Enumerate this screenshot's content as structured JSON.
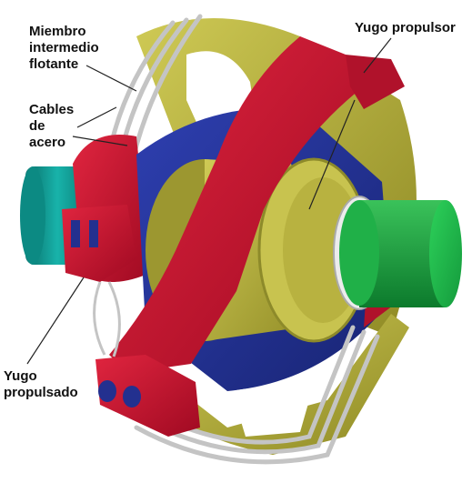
{
  "labels": {
    "floating_member": "Miembro\nintermedio\nflotante",
    "steel_cables": "Cables\nde\nacero",
    "driving_yoke": "Yugo propulsor",
    "driven_yoke": "Yugo\npropulsado"
  },
  "colors": {
    "yellow_yoke": "#b5b03a",
    "red_member": "#c8102e",
    "blue_hub": "#23308f",
    "green_shaft": "#1fb045",
    "teal_shaft": "#0f9a92",
    "steel_cable": "#bdbdbd",
    "leader_line": "#222222"
  }
}
